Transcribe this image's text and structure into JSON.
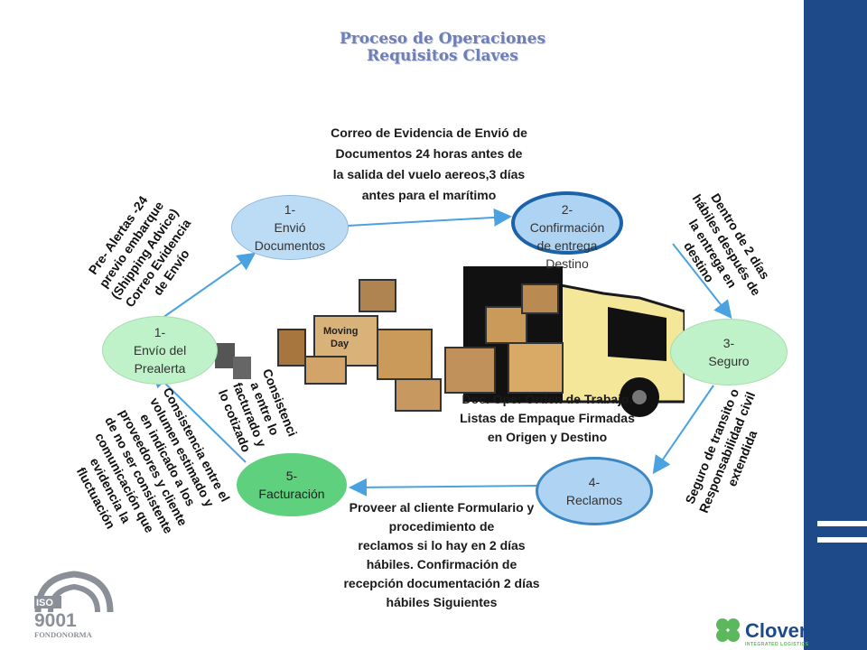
{
  "header": {
    "title_line1": "Proceso de Operaciones",
    "title_line2": "Requisitos Claves"
  },
  "nodes": {
    "envio_documentos": {
      "num": "1-",
      "line1": "Envió",
      "line2": "Documentos"
    },
    "confirmacion": {
      "num": "2-",
      "line1": "Confirmación",
      "line2": "de entrega",
      "line3": "Destino"
    },
    "seguro": {
      "num": "3-",
      "line1": "Seguro"
    },
    "reclamos": {
      "num": "4-",
      "line1": "Reclamos"
    },
    "facturacion": {
      "num": "5-",
      "line1": "Facturación"
    },
    "prealerta": {
      "num": "1-",
      "line1": "Envío del",
      "line2": "Prealerta"
    }
  },
  "notes": {
    "top": [
      "Correo de Evidencia de Envió de",
      "Documentos 24 horas antes de",
      "la salida del vuelo aereos,3 días",
      "antes para el marítimo"
    ],
    "middle": [
      "Doc. Ope: Orden de Trabajo,",
      "Listas de Empaque Firmadas",
      "en Origen y  Destino"
    ],
    "bottom": [
      "Proveer al cliente Formulario y",
      "procedimiento de",
      "reclamos si lo hay en 2 días",
      "hábiles.  Confirmación de",
      "recepción documentación 2 días",
      "hábiles Siguientes"
    ],
    "pre_alertas": [
      "Pre- Alertas -24",
      "previo embarque",
      "(Shipping Advice)",
      "Correo Evidencia",
      "de Envío"
    ],
    "dentro": [
      "Dentro de 2 días",
      "hábiles  después de",
      "la entrega en",
      "destino"
    ],
    "seguro_transito": [
      "Seguro de transito o",
      "Responsabilidad civil",
      "extendida"
    ],
    "consistencia_cotizado": [
      "Consistenci",
      "a entre lo",
      "facturado y",
      "lo cotizado"
    ],
    "consistencia_volumen": [
      "Consistencia entre el",
      "volumen estimado y",
      "en indicado a los",
      "proveedores y cliente",
      "de no ser consistente",
      "comunicación que",
      "evidencia la",
      "fluctuación"
    ]
  },
  "illustration": {
    "box_label_1": "Moving",
    "box_label_2": "Day"
  },
  "logos": {
    "iso_number": "9001",
    "iso_prefix": "ISO",
    "iso_org": "FONDONORMA",
    "clover_name": "Clover",
    "clover_tagline": "INTEGRATED LOGISTICS"
  },
  "colors": {
    "sidebar": "#1f4a8a",
    "title": "#6d7fb5",
    "arrow": "#4aa3e0",
    "node_green": "#5fd07e"
  }
}
